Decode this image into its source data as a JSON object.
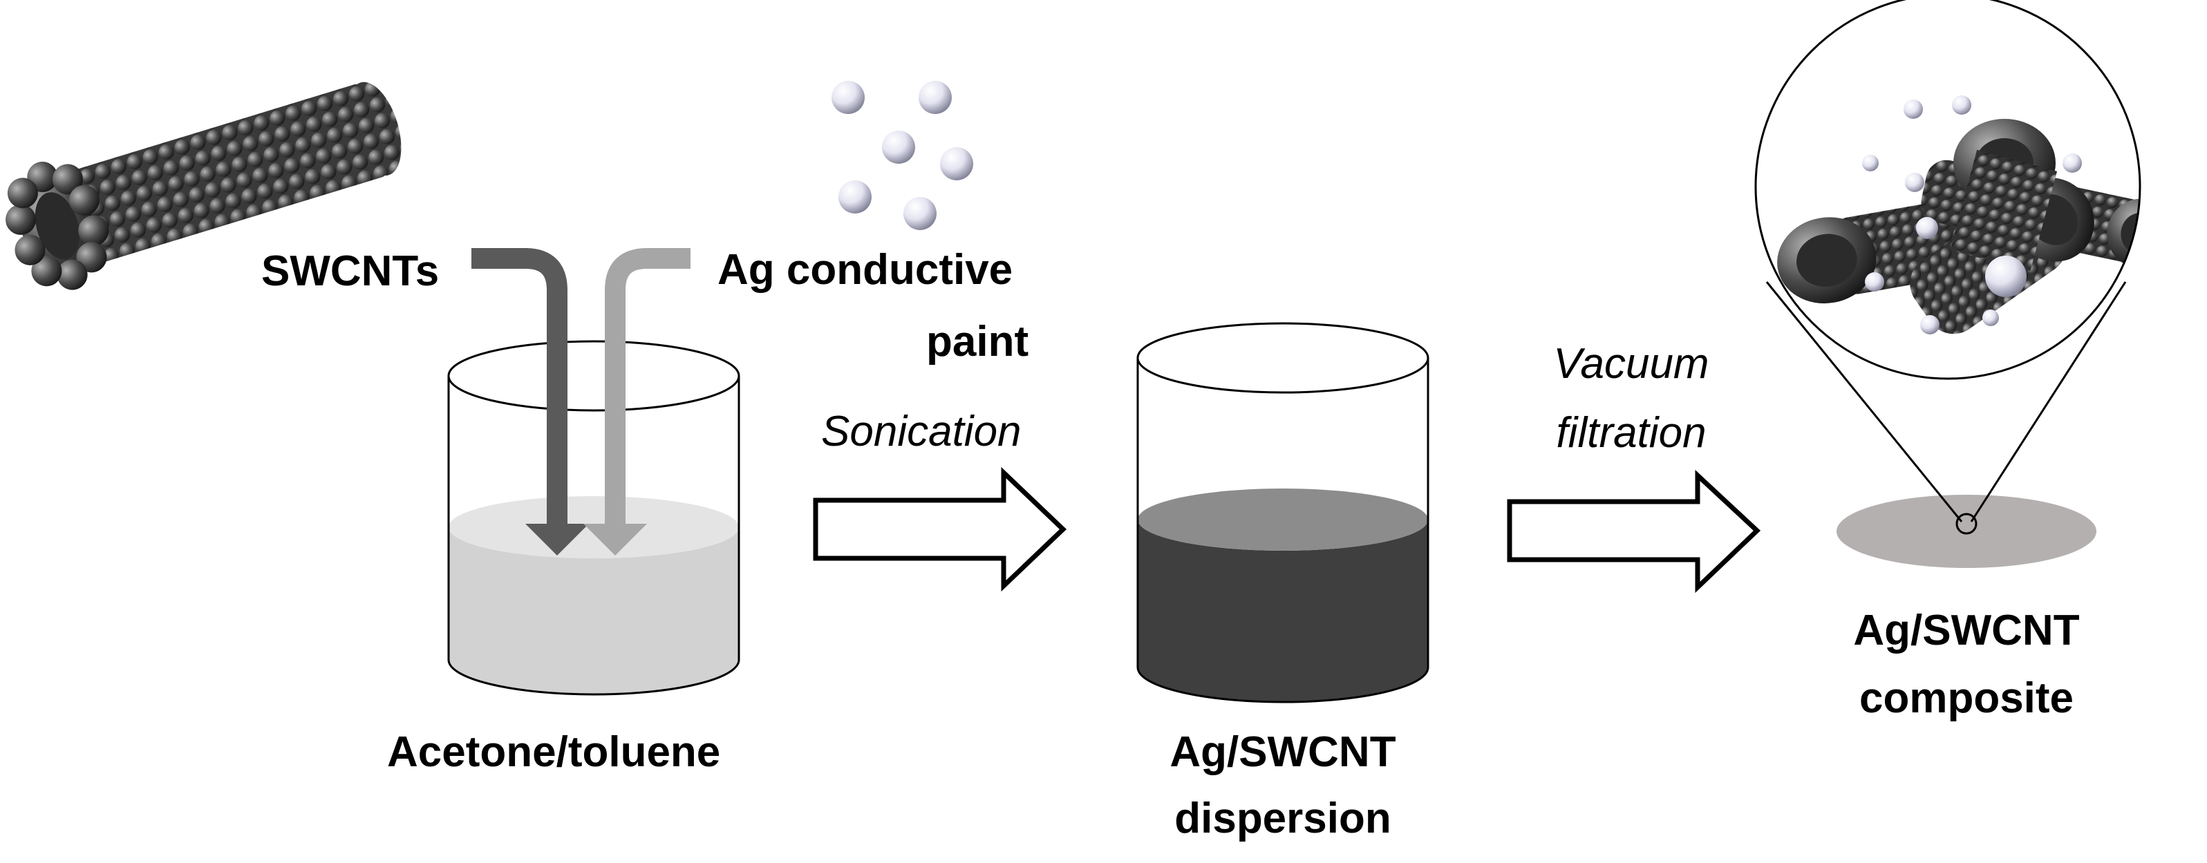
{
  "inputs": {
    "swcnt_label": "SWCNTs",
    "ag_label_line1": "Ag conductive",
    "ag_label_line2": "paint"
  },
  "step1": {
    "solvent_label": "Acetone/toluene"
  },
  "process1": {
    "label": "Sonication"
  },
  "step2": {
    "label_line1": "Ag/SWCNT",
    "label_line2": "dispersion"
  },
  "process2": {
    "label_line1": "Vacuum",
    "label_line2": "filtration"
  },
  "step3": {
    "label_line1": "Ag/SWCNT",
    "label_line2": "composite"
  },
  "colors": {
    "swcnt_arrow": "#5a5a5a",
    "ag_arrow": "#a6a6a6",
    "solvent_liquid": "#d2d2d2",
    "dispersion_liquid": "#3f3f3f",
    "composite_film": "#b4b0b0",
    "nanotube": "#4a4a4a",
    "silver_particle": "#e6e6f2"
  }
}
